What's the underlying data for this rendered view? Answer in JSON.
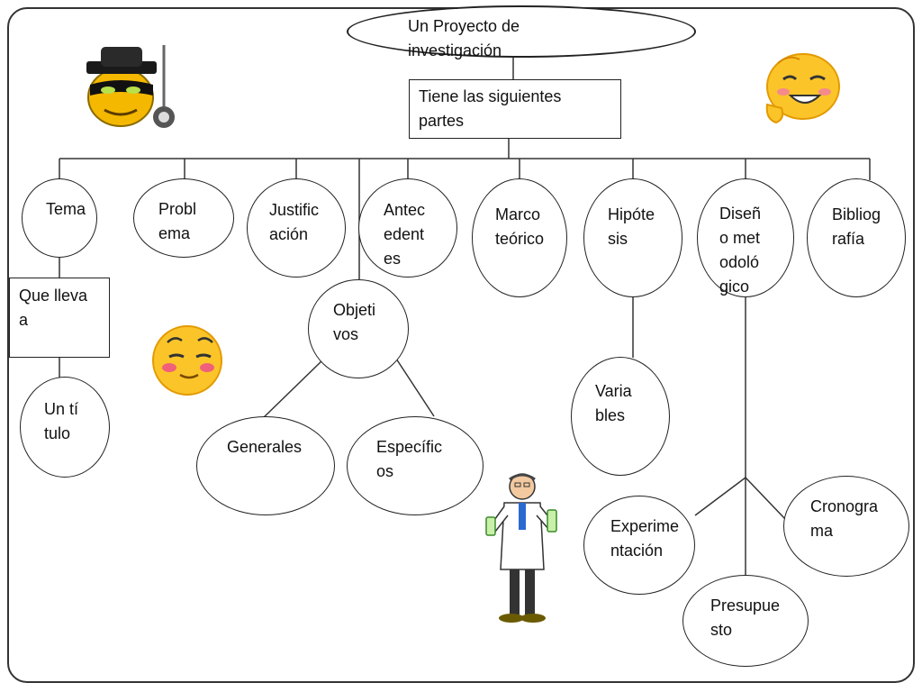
{
  "diagram": {
    "root": "Un Proyecto de investigación",
    "parts_box": "Tiene las siguientes partes",
    "parts": {
      "tema": "Tema",
      "problema": "Problema",
      "justificacion": "Justificación",
      "antecedentes": "Antecedentes",
      "marco": "Marco teórico",
      "hipotesis": "Hipótesis",
      "diseno": "Diseño metodológico",
      "bibliografia": "Bibliografía"
    },
    "tema_box": "Que lleva a",
    "tema_child": "Un título",
    "objetivos": "Objetivos",
    "objetivos_children": {
      "generales": "Generales",
      "especificos": "Específicos"
    },
    "hipotesis_child": "Variables",
    "diseno_children": {
      "experimentacion": "Experimentación",
      "presupuesto": "Presupuesto",
      "cronograma": "Cronograma"
    }
  },
  "clipart": {
    "bandit": "bandit-smiley-icon",
    "laughing": "laughing-smiley-icon",
    "shy": "shy-smiley-icon",
    "scientist": "scientist-icon"
  },
  "colors": {
    "line": "#333333",
    "smiley": "#f5b800"
  }
}
